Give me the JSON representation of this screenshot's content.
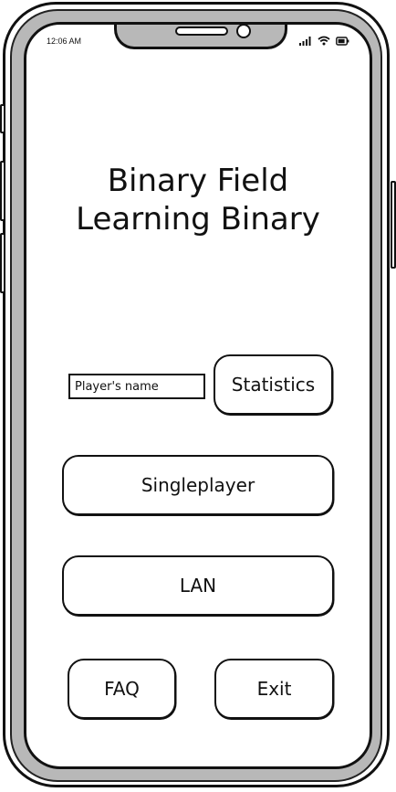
{
  "status_bar": {
    "time": "12:06 AM",
    "icons": [
      "signal-icon",
      "wifi-icon",
      "battery-icon"
    ]
  },
  "app": {
    "title_line1": "Binary Field",
    "title_line2": "Learning Binary"
  },
  "name_input": {
    "placeholder": "Player's name",
    "value": ""
  },
  "buttons": {
    "statistics": "Statistics",
    "singleplayer": "Singleplayer",
    "lan": "LAN",
    "faq": "FAQ",
    "exit": "Exit"
  }
}
